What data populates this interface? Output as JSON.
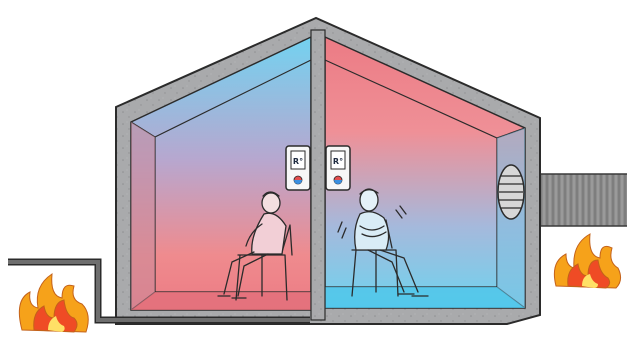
{
  "scene": {
    "left_room": {
      "thermostat_label": "R°"
    },
    "right_room": {
      "thermostat_label": "R°"
    },
    "colors": {
      "warm": "#ea7f86",
      "cool": "#6fd3ee",
      "wall_gray": "#a9aaac",
      "outline": "#2b2b2b",
      "duct": "#8e8e8e",
      "flame_outer": "#f6a21a",
      "flame_inner": "#ef4b25",
      "flame_core": "#ffe066"
    },
    "icons": [
      "house-cross-section",
      "heating-pipe",
      "ventilation-duct",
      "air-vent",
      "thermostat",
      "person-seated-warm",
      "person-seated-cold",
      "fire"
    ]
  }
}
